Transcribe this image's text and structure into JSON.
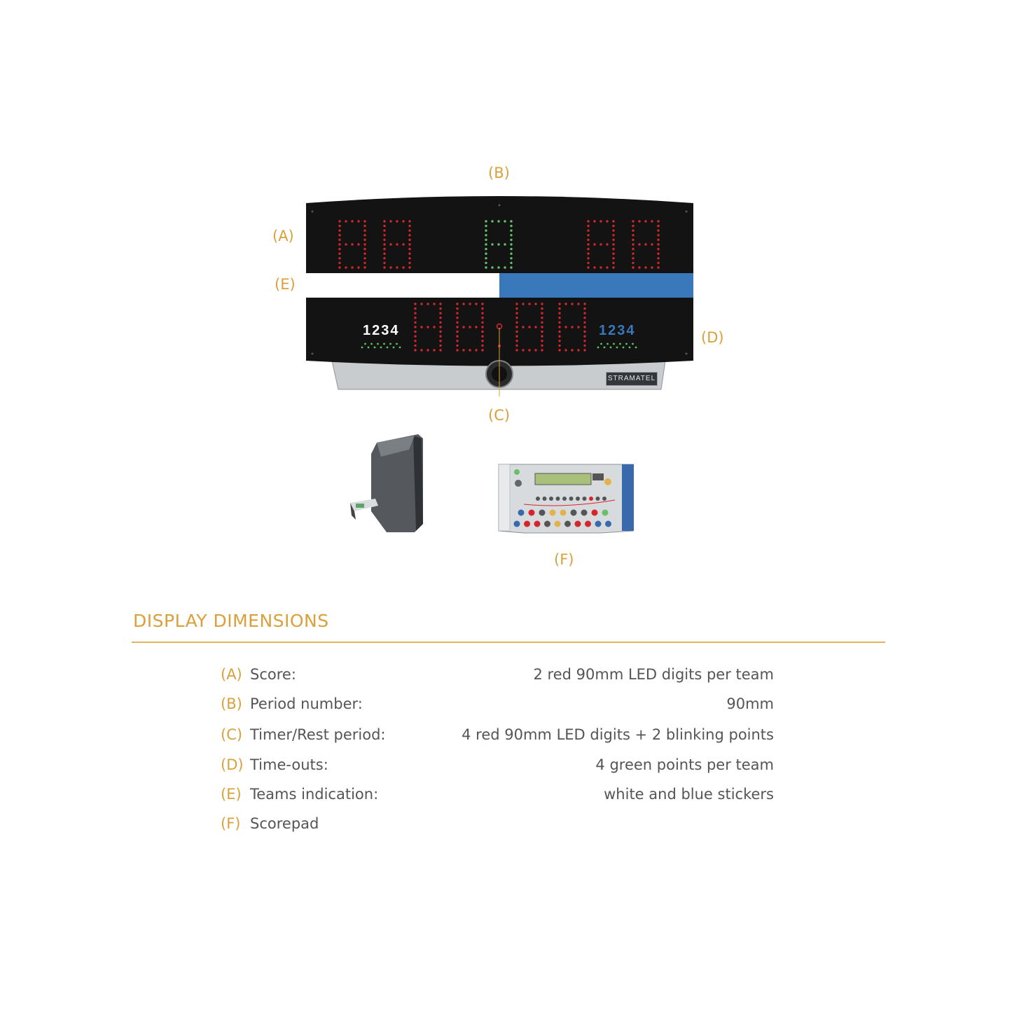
{
  "callouts": {
    "a": "(A)",
    "b": "(B)",
    "c": "(C)",
    "d": "(D)",
    "e": "(E)",
    "f": "(F)"
  },
  "board": {
    "home_timeout_numbers": "1234",
    "guest_timeout_numbers": "1234",
    "brand": "STRAMATEL",
    "colors": {
      "led_red": "#d5262b",
      "led_green": "#63c16b",
      "panel": "#131313",
      "home_sticker": "#ffffff",
      "guest_sticker": "#3878bb",
      "accent": "#d9a13b"
    }
  },
  "section": {
    "title": "DISPLAY DIMENSIONS"
  },
  "specs": [
    {
      "letter": "(A)",
      "label": "Score:",
      "value": "2 red 90mm LED digits per team"
    },
    {
      "letter": "(B)",
      "label": "Period number:",
      "value": "90mm"
    },
    {
      "letter": "(C)",
      "label": "Timer/Rest period:",
      "value": "4 red 90mm LED digits + 2 blinking points"
    },
    {
      "letter": "(D)",
      "label": "Time-outs:",
      "value": "4 green points per team"
    },
    {
      "letter": "(E)",
      "label": "Teams indication:",
      "value": "white and blue stickers"
    },
    {
      "letter": "(F)",
      "label": "Scorepad",
      "value": ""
    }
  ]
}
